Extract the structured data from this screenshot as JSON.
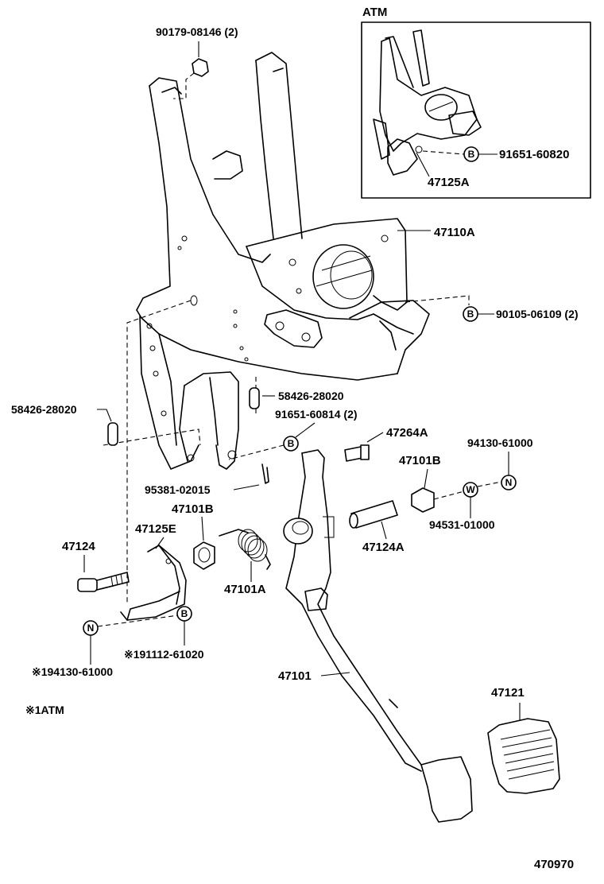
{
  "inset": {
    "title": "ATM",
    "labels": {
      "bolt": "91651-60820",
      "bracket": "47125A"
    }
  },
  "labels": {
    "nut_top": "90179-08146 (2)",
    "support": "47110A",
    "bolt_right": "90105-06109 (2)",
    "pin_left": "58426-28020",
    "pin_center": "58426-28020",
    "bolt_center": "91651-60814 (2)",
    "bolt_small": "47264A",
    "nut_right": "94130-61000",
    "bushing_right": "47101B",
    "washer_right": "94531-01000",
    "cotter_pin": "95381-02015",
    "bushing_left": "47101B",
    "bracket_e": "47125E",
    "bolt_long": "47124",
    "collar": "47124A",
    "spring": "47101A",
    "nut_left": "※194130-61000",
    "bolt_left": "※191112-61020",
    "pedal_arm": "47101",
    "pedal_pad": "47121",
    "footnote": "※1ATM",
    "figure_no": "470970"
  },
  "markers": {
    "bolt": "B",
    "nut": "N",
    "washer": "W"
  }
}
